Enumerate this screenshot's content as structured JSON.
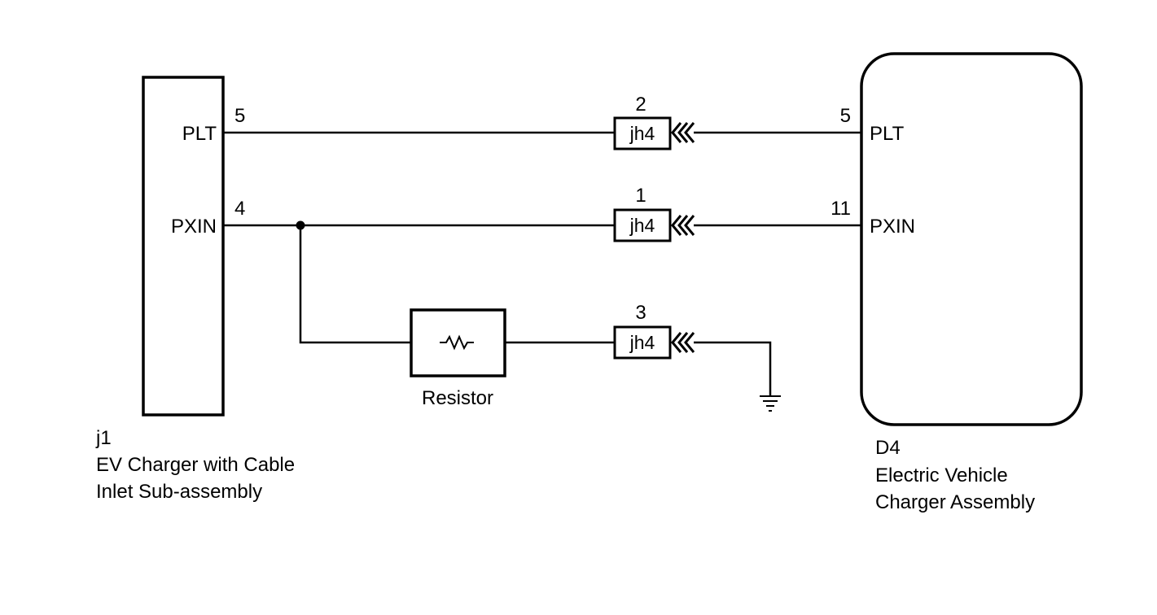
{
  "left_component": {
    "id": "j1",
    "name_line1": "EV Charger with Cable",
    "name_line2": "Inlet Sub-assembly",
    "pins": [
      {
        "label": "PLT",
        "number": "5"
      },
      {
        "label": "PXIN",
        "number": "4"
      }
    ]
  },
  "right_component": {
    "id": "D4",
    "name_line1": "Electric Vehicle",
    "name_line2": "Charger Assembly",
    "pins": [
      {
        "label": "PLT",
        "number": "5"
      },
      {
        "label": "PXIN",
        "number": "11"
      }
    ]
  },
  "connectors": [
    {
      "name": "jh4",
      "pin": "2"
    },
    {
      "name": "jh4",
      "pin": "1"
    },
    {
      "name": "jh4",
      "pin": "3"
    }
  ],
  "resistor": {
    "label": "Resistor"
  }
}
